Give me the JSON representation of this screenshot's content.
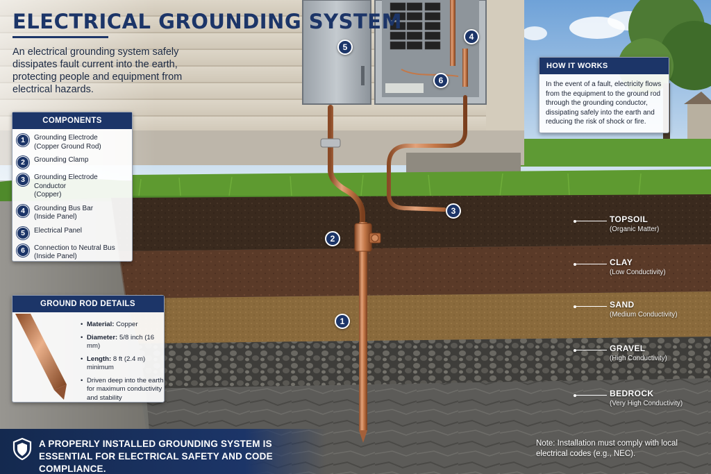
{
  "title": "ELECTRICAL GROUNDING SYSTEM",
  "intro": "An electrical grounding system safely dissipates fault current into the earth, protecting people and equipment from electrical hazards.",
  "components": {
    "heading": "COMPONENTS",
    "items": [
      {
        "num": "1",
        "name": "Grounding Electrode",
        "sub": "(Copper Ground Rod)"
      },
      {
        "num": "2",
        "name": "Grounding Clamp",
        "sub": ""
      },
      {
        "num": "3",
        "name": "Grounding Electrode Conductor",
        "sub": "(Copper)"
      },
      {
        "num": "4",
        "name": "Grounding Bus Bar",
        "sub": "(Inside Panel)"
      },
      {
        "num": "5",
        "name": "Electrical Panel",
        "sub": ""
      },
      {
        "num": "6",
        "name": "Connection to Neutral Bus",
        "sub": "(Inside Panel)"
      }
    ]
  },
  "rod_details": {
    "heading": "GROUND ROD DETAILS",
    "items": [
      {
        "label": "Material:",
        "value": "Copper"
      },
      {
        "label": "Diameter:",
        "value": "5/8 inch (16 mm)"
      },
      {
        "label": "Length:",
        "value": "8 ft (2.4 m) minimum"
      },
      {
        "label": "",
        "value": "Driven deep into the earth for maximum conductivity and stability"
      }
    ]
  },
  "how_it_works": {
    "heading": "HOW IT WORKS",
    "text": "In the event of a fault, electricity flows from the equipment to the ground rod through the grounding conductor, dissipating safely into the earth and reducing the risk of shock or fire."
  },
  "markers": {
    "m1": "1",
    "m2": "2",
    "m3": "3",
    "m4": "4",
    "m5": "5",
    "m6": "6"
  },
  "soil_layers": [
    {
      "name": "TOPSOIL",
      "desc": "(Organic Matter)"
    },
    {
      "name": "CLAY",
      "desc": "(Low Conductivity)"
    },
    {
      "name": "SAND",
      "desc": "(Medium Conductivity)"
    },
    {
      "name": "GRAVEL",
      "desc": "(High Conductivity)"
    },
    {
      "name": "BEDROCK",
      "desc": "(Very High Conductivity)"
    }
  ],
  "banner": "A PROPERLY INSTALLED GROUNDING SYSTEM IS ESSENTIAL FOR ELECTRICAL SAFETY AND CODE COMPLIANCE.",
  "note": "Note: Installation must comply with local electrical codes (e.g., NEC).",
  "colors": {
    "navy": "#1c3568",
    "copper": "#c47848",
    "grass": "#4f8a2b"
  },
  "icons": {
    "banner": "shield-icon"
  }
}
